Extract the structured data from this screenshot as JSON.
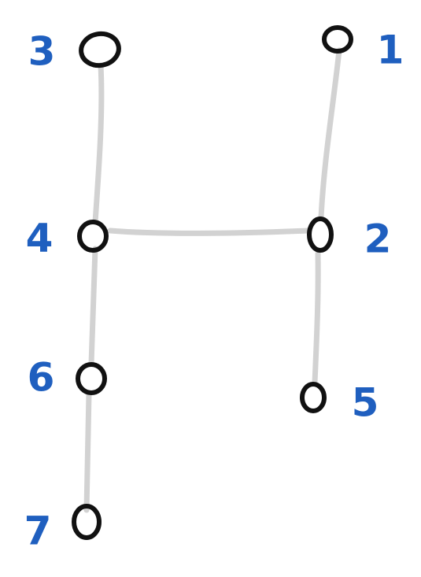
{
  "colors": {
    "edge": "#d2d2d2",
    "node": "#111111",
    "label": "#1f5fbf"
  },
  "nodes": [
    {
      "id": "3",
      "label": "3"
    },
    {
      "id": "1",
      "label": "1"
    },
    {
      "id": "4",
      "label": "4"
    },
    {
      "id": "2",
      "label": "2"
    },
    {
      "id": "6",
      "label": "6"
    },
    {
      "id": "5",
      "label": "5"
    },
    {
      "id": "7",
      "label": "7"
    }
  ],
  "edges": [
    {
      "from": "3",
      "to": "4"
    },
    {
      "from": "1",
      "to": "2"
    },
    {
      "from": "4",
      "to": "2"
    },
    {
      "from": "4",
      "to": "6"
    },
    {
      "from": "2",
      "to": "5"
    },
    {
      "from": "6",
      "to": "7"
    }
  ]
}
